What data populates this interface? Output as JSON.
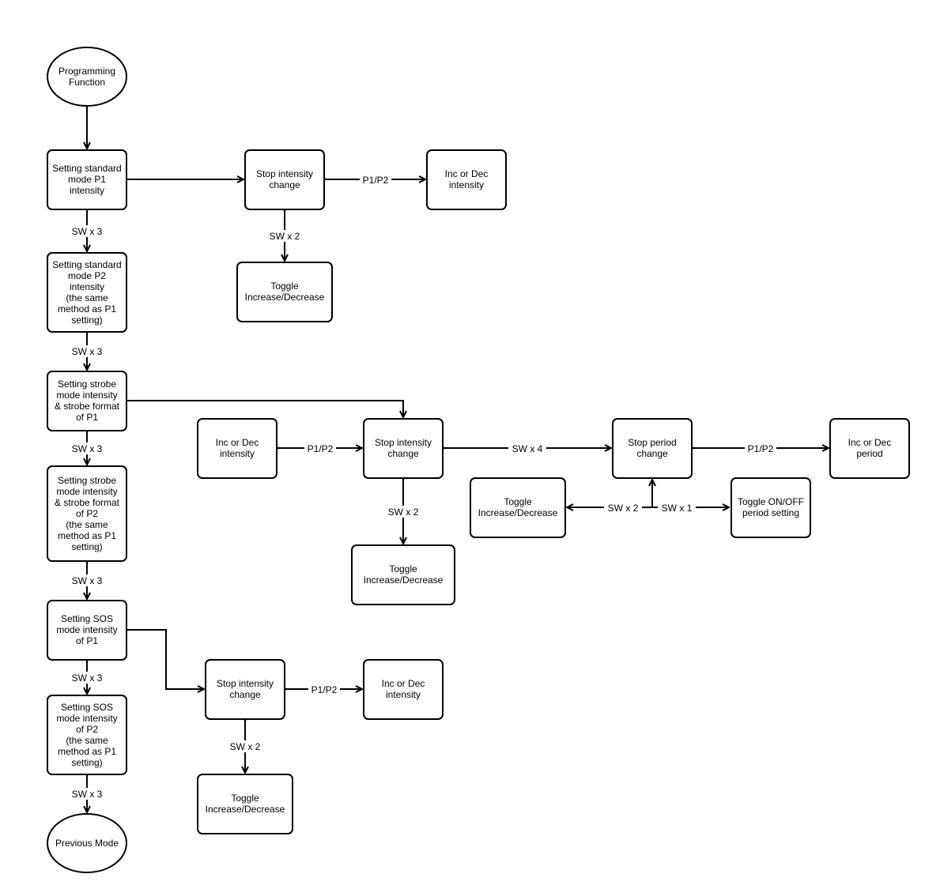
{
  "colors": {
    "stroke": "#000000",
    "background": "#ffffff",
    "text": "#000000"
  },
  "nodes": {
    "start": {
      "lines": [
        "Programming",
        "Function"
      ]
    },
    "std_p1": {
      "lines": [
        "Setting standard",
        "mode P1",
        "intensity"
      ]
    },
    "std_p2": {
      "lines": [
        "Setting standard",
        "mode P2",
        "intensity",
        "(the same",
        "method as P1",
        "setting)"
      ]
    },
    "strobe_p1": {
      "lines": [
        "Setting strobe",
        "mode intensity",
        "& strobe format",
        "of P1"
      ]
    },
    "strobe_p2": {
      "lines": [
        "Setting strobe",
        "mode intensity",
        "& strobe format",
        "of P2",
        "(the same",
        "method as P1",
        "setting)"
      ]
    },
    "sos_p1": {
      "lines": [
        "Setting SOS",
        "mode intensity",
        "of P1"
      ]
    },
    "sos_p2": {
      "lines": [
        "Setting SOS",
        "mode intensity",
        "of P2",
        "(the same",
        "method as P1",
        "setting)"
      ]
    },
    "prev": {
      "lines": [
        "Previous Mode"
      ]
    },
    "stop_1": {
      "lines": [
        "Stop intensity",
        "change"
      ]
    },
    "inc_1": {
      "lines": [
        "Inc or Dec",
        "intensity"
      ]
    },
    "toggle_1": {
      "lines": [
        "Toggle",
        "Increase/Decrease"
      ]
    },
    "inc_2": {
      "lines": [
        "Inc or Dec",
        "intensity"
      ]
    },
    "stop_2": {
      "lines": [
        "Stop intensity",
        "change"
      ]
    },
    "toggle_2": {
      "lines": [
        "Toggle",
        "Increase/Decrease"
      ]
    },
    "stop_period": {
      "lines": [
        "Stop period",
        "change"
      ]
    },
    "inc_period": {
      "lines": [
        "Inc or Dec",
        "period"
      ]
    },
    "toggle_3": {
      "lines": [
        "Toggle",
        "Increase/Decrease"
      ]
    },
    "toggle_onoff": {
      "lines": [
        "Toggle ON/OFF",
        "period setting"
      ]
    },
    "stop_3": {
      "lines": [
        "Stop intensity",
        "change"
      ]
    },
    "inc_3": {
      "lines": [
        "Inc or Dec",
        "intensity"
      ]
    },
    "toggle_4": {
      "lines": [
        "Toggle",
        "Increase/Decrease"
      ]
    }
  },
  "edge_labels": {
    "sw3_a": "SW x 3",
    "sw3_b": "SW x 3",
    "sw3_c": "SW x 3",
    "sw3_d": "SW x 3",
    "sw3_e": "SW x 3",
    "sw3_f": "SW x 3",
    "p1p2_1": "P1/P2",
    "sw2_1": "SW x 2",
    "p1p2_2": "P1/P2",
    "sw4": "SW x 4",
    "sw2_2": "SW x 2",
    "p1p2_3": "P1/P2",
    "sw2_3": "SW x 2",
    "sw1": "SW x 1",
    "p1p2_4": "P1/P2",
    "sw2_4": "SW x 2"
  }
}
